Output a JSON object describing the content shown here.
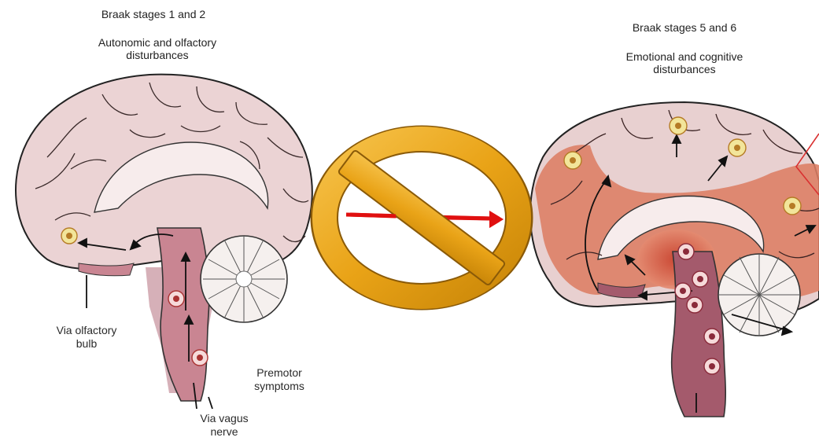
{
  "left_panel": {
    "title": "Braak stages 1 and 2",
    "subtitle_line1": "Autonomic and olfactory",
    "subtitle_line2": "disturbances",
    "label_olfactory_line1": "Via olfactory",
    "label_olfactory_line2": "bulb",
    "label_premotor_line1": "Premotor",
    "label_premotor_line2": "symptoms",
    "label_vagus_line1": "Via vagus",
    "label_vagus_line2": "nerve"
  },
  "right_panel": {
    "title": "Braak stages 5 and 6",
    "subtitle_line1": "Emotional and cognitive",
    "subtitle_line2": "disturbances"
  },
  "colors": {
    "brain_left": "#ebd3d4",
    "brain_right_affected": "#dc7d63",
    "brainstem": "#b5707e",
    "no_sign_fill": "#e9a317",
    "arrow": "#e01010",
    "callout": "#d93030",
    "lewy_body_outer": "#f2e59a",
    "lewy_body_core": "#b57b25"
  },
  "icons": {
    "prohibition": "no-sign-icon"
  }
}
